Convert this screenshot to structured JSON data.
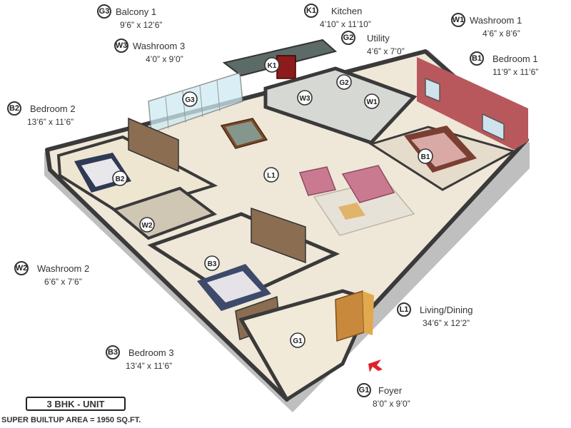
{
  "legend": [
    {
      "code": "G3",
      "name": "Balcony 1",
      "dims": "9’6” x 12’6”"
    },
    {
      "code": "W3",
      "name": "Washroom 3",
      "dims": "4’0” x 9’0”"
    },
    {
      "code": "K1",
      "name": "Kitchen",
      "dims": "4’10” x 11’10”"
    },
    {
      "code": "G2",
      "name": "Utility",
      "dims": "4’6” x 7’0”"
    },
    {
      "code": "W1",
      "name": "Washroom 1",
      "dims": "4’6” x 8’6”"
    },
    {
      "code": "B1",
      "name": "Bedroom 1",
      "dims": "11’9” x 11’6”"
    },
    {
      "code": "B2",
      "name": "Bedroom 2",
      "dims": "13’6” x 11’6”"
    },
    {
      "code": "L1",
      "name": "Living/Dining",
      "dims": "34’6” x 12’2”"
    },
    {
      "code": "W2",
      "name": "Washroom 2",
      "dims": "6’6” x 7’6”"
    },
    {
      "code": "B3",
      "name": "Bedroom 3",
      "dims": "13’4” x 11’6”"
    },
    {
      "code": "G1",
      "name": "Foyer",
      "dims": "8’0” x 9’0”"
    }
  ],
  "plan_markers": [
    "K1",
    "G2",
    "W3",
    "W1",
    "G3",
    "B1",
    "B2",
    "L1",
    "W2",
    "B3",
    "G1"
  ],
  "unit_label": "3 BHK - UNIT",
  "area_text": "SUPER BUILTUP AREA = 1950 SQ.FT.",
  "colors": {
    "entry_arrow": "#e0202a",
    "accent_wall": "#b8585c",
    "floor": "#efe7d8",
    "wall": "#3a3a3a"
  }
}
